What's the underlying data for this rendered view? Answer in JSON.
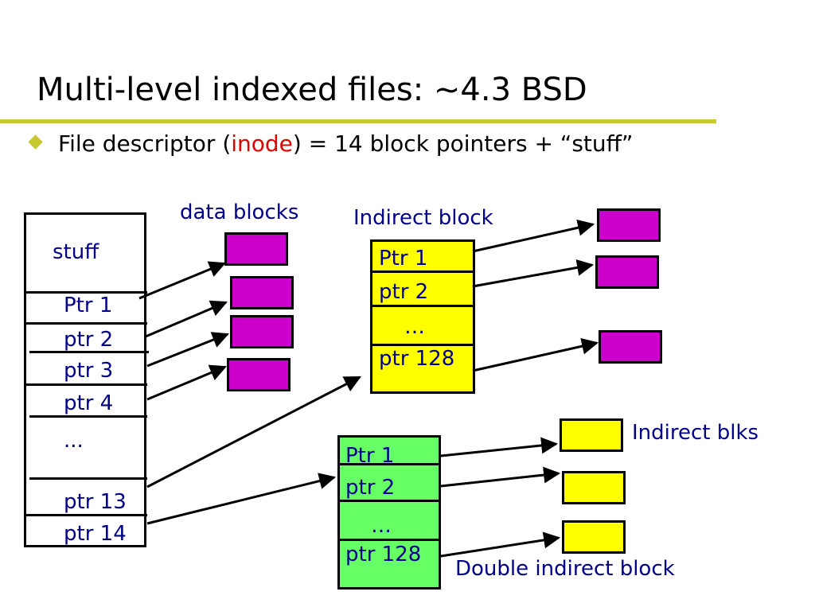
{
  "slide": {
    "title": "Multi-level indexed files: ~4.3 BSD",
    "bullet": {
      "prefix": "File descriptor (",
      "highlight": "inode",
      "suffix": ") = 14 block pointers + “stuff”"
    }
  },
  "inode": {
    "stuff_label": "stuff",
    "entries": [
      "Ptr 1",
      "ptr 2",
      "ptr 3",
      "ptr 4",
      "...",
      "ptr 13",
      "ptr 14"
    ]
  },
  "labels": {
    "data_blocks": "data blocks",
    "indirect_block": "Indirect block",
    "indirect_blks": "Indirect blks",
    "double_indirect_block": "Double indirect block"
  },
  "indirect_block": {
    "entries": [
      "Ptr 1",
      "ptr 2",
      "…",
      "ptr 128"
    ]
  },
  "double_indirect_block": {
    "entries": [
      "Ptr 1",
      "ptr 2",
      "…",
      "ptr 128"
    ]
  },
  "colors": {
    "accent": "#c8c832",
    "text_blue": "#00008b",
    "highlight_red": "#e00000",
    "data_block_fill": "#cc00cc",
    "indirect_fill": "#ffff00",
    "double_indirect_fill": "#66ff66"
  }
}
